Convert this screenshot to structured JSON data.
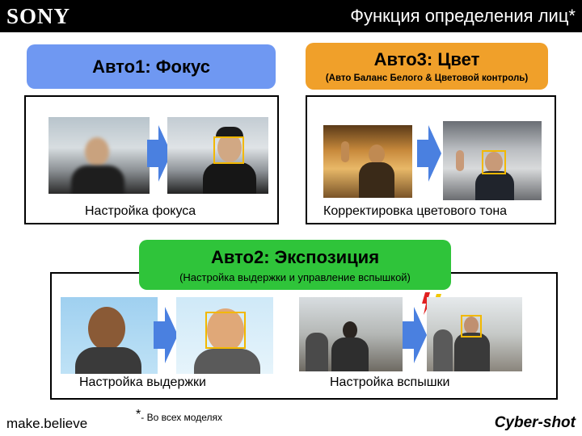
{
  "header": {
    "logo": "SONY",
    "title": "Функция определения лиц*"
  },
  "sections": {
    "focus": {
      "label": "Авто1: Фокус",
      "caption": "Настройка фокуса"
    },
    "color": {
      "label": "Авто3: Цвет",
      "sublabel": "(Авто Баланс Белого & Цветовой контроль)",
      "caption": "Корректировка цветового тона"
    },
    "exposure": {
      "label": "Авто2: Экспозиция",
      "sublabel": "(Настройка выдержки и управление вспышкой)",
      "caption_left": "Настройка выдержки",
      "caption_right": "Настройка вспышки"
    }
  },
  "footnote": {
    "star": "*",
    "text": "- Во всех моделях"
  },
  "footer": {
    "slogan": "make.believe",
    "brand": "Cyber-shot"
  },
  "colors": {
    "blue_pill": "#6f98f2",
    "orange_pill": "#f0a02a",
    "green_pill": "#2fc43a",
    "arrow": "#4a80e0",
    "face_box": "#f2b800"
  }
}
